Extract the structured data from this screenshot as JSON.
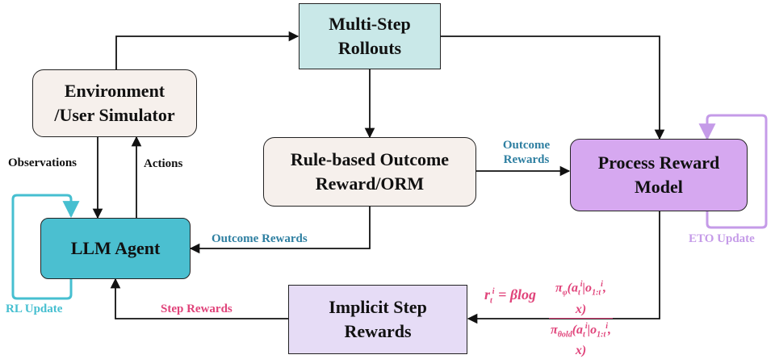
{
  "nodes": {
    "rollouts": "Multi-Step\nRollouts",
    "environment": "Environment\n/User Simulator",
    "rule_based": "Rule-based Outcome\nReward/ORM",
    "prm": "Process Reward\nModel",
    "llm_agent": "LLM Agent",
    "implicit_step": "Implicit Step\nRewards"
  },
  "labels": {
    "observations": "Observations",
    "actions": "Actions",
    "outcome_rewards_right": "Outcome\nRewards",
    "outcome_rewards_left": "Outcome Rewards",
    "step_rewards": "Step Rewards",
    "rl_update": "RL Update",
    "eto_update": "ETO Update"
  },
  "formula": {
    "lhs_var": "r",
    "lhs_sub": "t",
    "lhs_sup": "i",
    "lhs_rest": " = βlog",
    "numerator": "π",
    "numerator_sub": "φ",
    "numerator_args": "(a",
    "numerator_args_sub": "t",
    "numerator_args_sup": "i",
    "numerator_cond": "|o",
    "numerator_cond_sub": "1:t",
    "numerator_cond_sup": "i",
    "numerator_tail": ", x)",
    "denominator": "π",
    "denominator_sub": "θold",
    "denominator_args": "(a",
    "denominator_args_sub": "t",
    "denominator_args_sup": "i",
    "denominator_cond": "|o",
    "denominator_cond_sub": "1:t",
    "denominator_cond_sup": "i",
    "denominator_tail": ", x)"
  },
  "colors": {
    "rollouts_fill": "#c9e8e8",
    "environment_fill": "#f6f0ec",
    "rule_based_fill": "#f6f0ec",
    "prm_fill": "#d6a8f0",
    "llm_agent_fill": "#4bbfd0",
    "implicit_step_fill": "#e6dcf6",
    "outcome_label": "#2e7fa1",
    "step_label": "#e0437a",
    "rl_update": "#46bfd0",
    "eto_update": "#c59be8"
  }
}
